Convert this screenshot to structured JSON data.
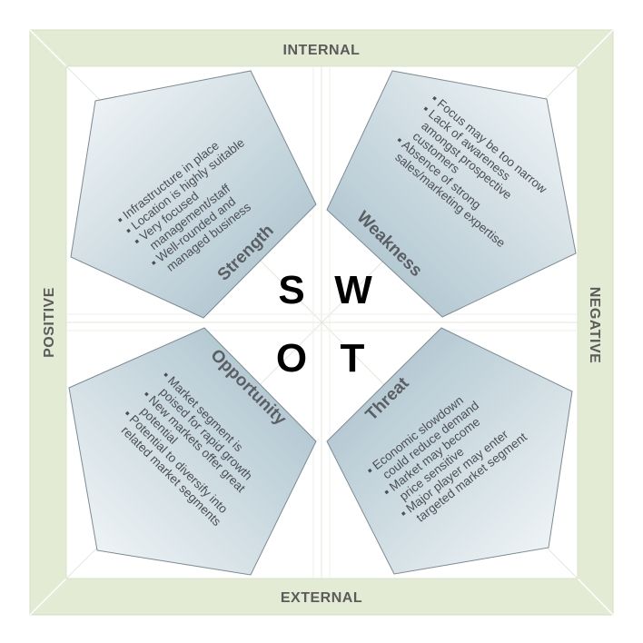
{
  "frame": {
    "top": "INTERNAL",
    "bottom": "EXTERNAL",
    "left": "POSITIVE",
    "right": "NEGATIVE"
  },
  "letters": {
    "s": "S",
    "w": "W",
    "o": "O",
    "t": "T"
  },
  "colors": {
    "frame": "#e4ebd4",
    "frame_line": "#ffffff",
    "panel_light": "#f4f7f8",
    "panel_dark": "#a7bfca",
    "panel_stroke": "#6d7d86"
  },
  "strength": {
    "title": "Strength",
    "items": [
      "Infrastructure in place",
      "Location is highly suitable",
      "Very focused",
      "management/staff",
      "Well-rounded and",
      "managed business"
    ],
    "bullets": [
      true,
      true,
      true,
      false,
      true,
      false
    ]
  },
  "weakness": {
    "title": "Weakness",
    "items": [
      "Focus may be too narrow",
      "Lack of awareness",
      "amongst prospective",
      "customers",
      "Absence of strong",
      "sales/marketing expertise"
    ],
    "bullets": [
      true,
      true,
      false,
      false,
      true,
      false
    ]
  },
  "opportunity": {
    "title": "Opportunity",
    "items": [
      "Market segment is",
      "poised for rapid growth",
      "New markets offer great",
      "potential",
      "Potential to diversify into",
      "related market segments"
    ],
    "bullets": [
      true,
      false,
      true,
      false,
      true,
      false
    ]
  },
  "threat": {
    "title": "Threat",
    "items": [
      "Economic slowdown",
      "could reduce demand",
      "Market may become",
      "price sensitive",
      "Major player may enter",
      "targeted market segment"
    ],
    "bullets": [
      true,
      false,
      true,
      false,
      true,
      false
    ]
  }
}
